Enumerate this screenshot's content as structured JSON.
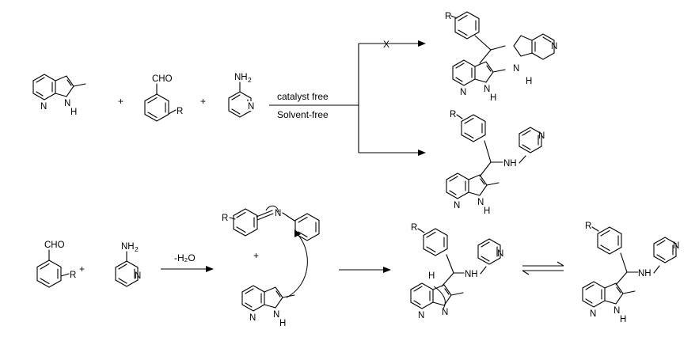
{
  "reaction_top": {
    "reagent_plus_1": "+",
    "reagent_plus_2": "+",
    "condition_above": "catalyst free",
    "condition_below": "Solvent-free",
    "blocked_path_mark": "X"
  },
  "reaction_bottom": {
    "plus_1": "+",
    "plus_2": "+",
    "condition": "-H₂O"
  },
  "atoms": {
    "N": "N",
    "NH": "NH",
    "H": "H",
    "CHO": "CHO",
    "NH2_base": "NH",
    "NH2_sub": "2",
    "R": "R"
  },
  "icons": {
    "reaction-arrow": "right-arrow",
    "equilibrium-arrow": "harpoon-equilibrium",
    "electron-arrow": "curved-arrow"
  }
}
